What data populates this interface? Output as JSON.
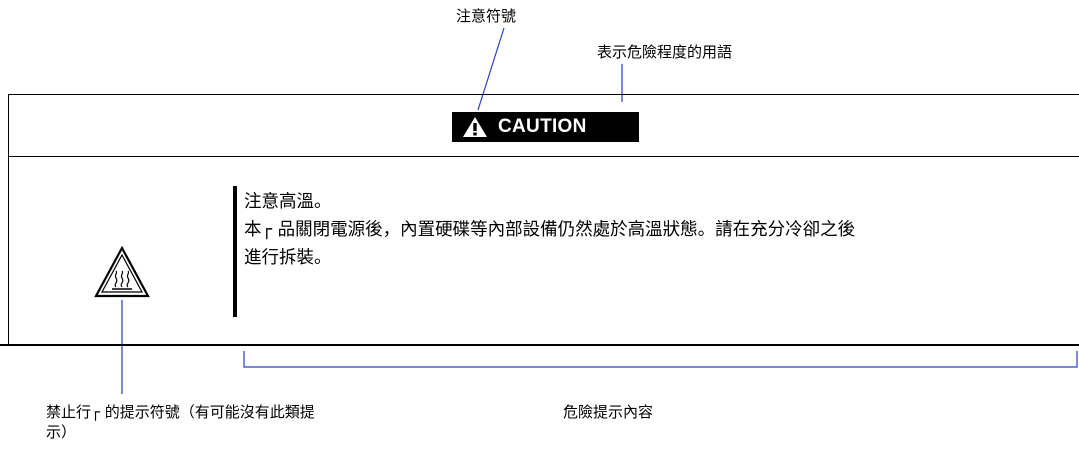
{
  "labels": {
    "warning_symbol": "注意符號",
    "danger_term": "表示危險程度的用語",
    "prohibited_action_symbol": "禁止行┌ 的提示符號（有可能沒有此類提示）",
    "danger_content": "危險提示內容"
  },
  "caution_box": {
    "badge_text": "CAUTION",
    "content_title": "注意高溫。",
    "content_line1": "本┌ 品關閉電源後，內置硬碟等內部設備仍然處於高溫狀態。請在充分冷卻之後",
    "content_line2": "進行拆裝。"
  },
  "icons": {
    "badge_icon": "exclamation-triangle-icon",
    "hazard_icon": "hot-surface-warning-icon"
  },
  "colors": {
    "leader_line": "#2a3fbf",
    "badge_background": "#000000",
    "badge_text": "#ffffff"
  }
}
